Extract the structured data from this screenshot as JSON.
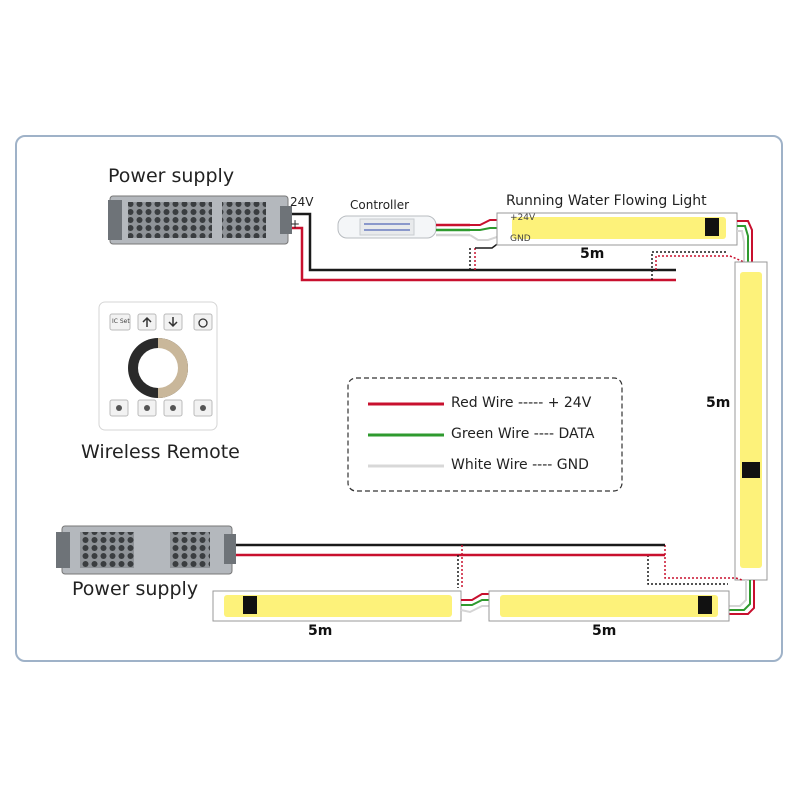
{
  "labels": {
    "power_supply_top": "Power supply",
    "voltage": "24V",
    "plus": "+",
    "controller": "Controller",
    "strip_title": "Running Water Flowing Light",
    "strip_plus24": "+24V",
    "strip_gnd": "GND",
    "wireless_remote": "Wireless Remote",
    "power_supply_bottom": "Power supply",
    "remote_button_ic_set": "IC Set"
  },
  "segments": [
    {
      "length": "5m"
    },
    {
      "length": "5m"
    },
    {
      "length": "5m"
    },
    {
      "length": "5m"
    }
  ],
  "legend": [
    {
      "text": "Red Wire ----- + 24V",
      "color": "#c8102e"
    },
    {
      "text": "Green Wire ---- DATA",
      "color": "#2e9a2e"
    },
    {
      "text": "White Wire ---- GND",
      "color": "#d8d8d8"
    }
  ],
  "colors": {
    "frame": "#9fb2c8",
    "strip_fill": "#fdf27a",
    "red_wire": "#c8102e",
    "black_wire": "#1a1a1a"
  },
  "icons": [
    "power-supply-icon",
    "controller-icon",
    "wall-remote-icon",
    "connector-icon"
  ]
}
